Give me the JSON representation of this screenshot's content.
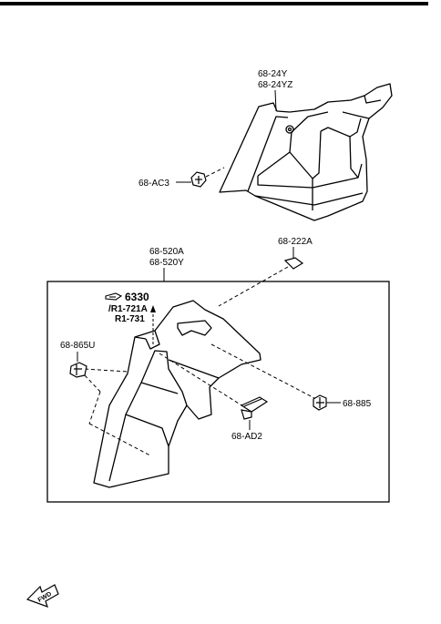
{
  "parts": {
    "upper_panel_a": "68-24Y",
    "upper_panel_b": "68-24YZ",
    "upper_clip": "68-AC3",
    "trim_a": "68-520A",
    "trim_b": "68-520Y",
    "cap": "68-222A",
    "fastener_left": "68-865U",
    "fastener_right": "68-885",
    "hook": "68-AD2"
  },
  "reference": {
    "code": "6330",
    "line1": "/R1-721A",
    "line2": "R1-731"
  },
  "fwd_label": "FWD",
  "colors": {
    "line": "#000000",
    "background": "#ffffff"
  }
}
